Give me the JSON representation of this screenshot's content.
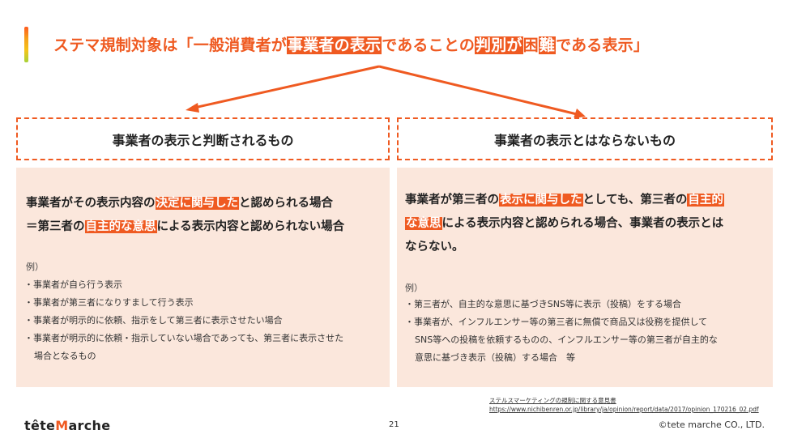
{
  "title": {
    "part1": "ステマ規制対象は「一般消費者が",
    "hl1": "事業者の表示",
    "part2": "であることの",
    "hl2": "判別が",
    "part3": "困",
    "hl3": "難",
    "part4": "である表示」"
  },
  "left": {
    "header": "事業者の表示と判断されるもの",
    "line1_a": "事業者がその表示内容の",
    "line1_hl": "決定に関与した",
    "line1_b": "と認められる場合",
    "line2_a": "＝第三者の",
    "line2_hl": "自主的な意思",
    "line2_b": "による表示内容と認められない場合",
    "example_label": "例）",
    "examples": [
      "・事業者が自ら行う表示",
      "・事業者が第三者になりすまして行う表示",
      "・事業者が明示的に依頼、指示をして第三者に表示させたい場合",
      "・事業者が明示的に依頼・指示していない場合であっても、第三者に表示させた",
      "場合となるもの"
    ]
  },
  "right": {
    "header": "事業者の表示とはならないもの",
    "line1_a": "事業者が第三者の",
    "line1_hl": "表示に関与した",
    "line1_b": "としても、第三者の",
    "line1_hl2": "自主的",
    "line2_hl": "な意思",
    "line2_b": "による表示内容と認められる場合、事業者の表示とは",
    "line3": "ならない。",
    "example_label": "例）",
    "examples": [
      "・第三者が、自主的な意思に基づきSNS等に表示（投稿）をする場合",
      "・事業者が、インフルエンサー等の第三者に無償で商品又は役務を提供して",
      "SNS等への投稿を依頼するものの、インフルエンサー等の第三者が自主的な",
      "意思に基づき表示（投稿）する場合　等"
    ]
  },
  "source": {
    "title": "ステルスマーケティングの規制に関する意見書",
    "url": "https://www.nichibenren.or.jp/library/ja/opinion/report/data/2017/opinion_170216_02.pdf"
  },
  "footer": {
    "logo_a": "tête",
    "logo_m": "M",
    "logo_b": "arche",
    "page": "21",
    "copyright": "©tete marche CO., LTD."
  },
  "colors": {
    "accent": "#ef5a21",
    "panel": "#fbe7dc"
  }
}
